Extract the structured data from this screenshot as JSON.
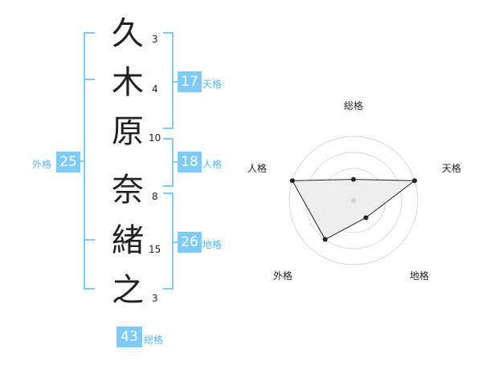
{
  "name": {
    "chars": [
      {
        "char": "久",
        "strokes": "3"
      },
      {
        "char": "木",
        "strokes": "4"
      },
      {
        "char": "原",
        "strokes": "10"
      },
      {
        "char": "奈",
        "strokes": "8"
      },
      {
        "char": "緒",
        "strokes": "15"
      },
      {
        "char": "之",
        "strokes": "3"
      }
    ]
  },
  "fortunes": {
    "tenkaku": {
      "value": "17",
      "label": "天格"
    },
    "jinkaku": {
      "value": "18",
      "label": "人格"
    },
    "chikaku": {
      "value": "26",
      "label": "地格"
    },
    "gaikaku": {
      "value": "25",
      "label": "外格"
    },
    "soukaku": {
      "value": "43",
      "label": "総格"
    }
  },
  "radar": {
    "axes": [
      "総格",
      "天格",
      "地格",
      "外格",
      "人格"
    ],
    "values": [
      0.33,
      1.0,
      0.33,
      0.75,
      1.0
    ],
    "colors": {
      "fill": "#ececec",
      "stroke": "#222222",
      "ring": "#d8d8d8",
      "accent": "#7ecbf7"
    }
  }
}
